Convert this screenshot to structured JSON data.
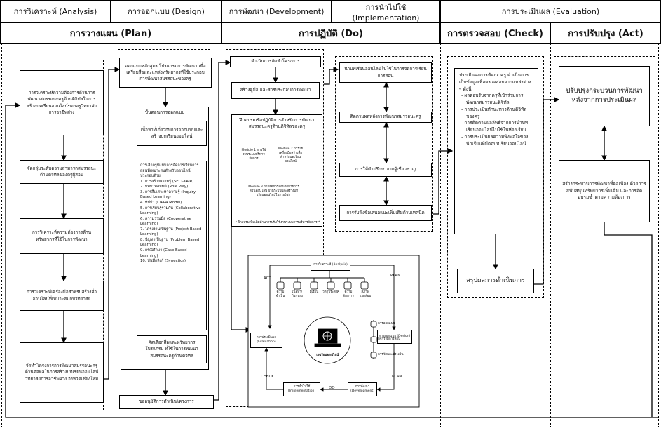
{
  "headers": {
    "analysis": "การวิเคราะห์ (Analysis)",
    "design": "การออกแบบ (Design)",
    "development": "การพัฒนา (Development)",
    "implementation": "การนำไปใช้ (Implementation)",
    "evaluation": "การประเมินผล (Evaluation)"
  },
  "subheaders": {
    "plan": "การวางแผน (Plan)",
    "do": "การปฏิบัติ (Do)",
    "check": "การตรวจสอบ (Check)",
    "act": "การปรับปรุง (Act)"
  },
  "analysis_boxes": [
    "การวิเคราะห์ความต้องการด้านการพัฒนาสมรรถนะครูด้านดิจิทัลในการสร้างบทเรียนออนไลน์ของครูวิทยาลัยการอาชีพฝาง",
    "จัดกลุ่มระดับความสามารถสมรรถนะด้านดิจิทัลของครูผู้สอน",
    "การวิเคราะห์ความต้องการด้านทรัพยากรที่ใช้ในการพัฒนา",
    "การวิเคราะห์เครื่องมือสำหรับสร้างสื่อออนไลน์ที่เหมาะสมกับวิทยาลัย",
    "จัดทำโครงการการพัฒนาสมรรถนะครูด้านดิจิทัลในการสร้างบทเรียนออนไลน์ วิทยาลัยการอาชีพฝาง จังหวัดเชียงใหม่"
  ],
  "design": {
    "top": "ออกแบบหลักสูตร โปรแกรมการพัฒนา เพื่อเตรียมสื่อและแหล่งทรัพยากรที่ใช้ประกอบการพัฒนาสมรรถนะของครู",
    "steps_title": "ขั้นตอนการออกแบบ",
    "step1": "เนื้อหาที่เกี่ยวกับการออกแบบและสร้างบทเรียนออนไลน์",
    "step2_title": "การเลือกรูปแบบการจัดการเรียนการสอนที่เหมาะสมสำหรับออนไลน์",
    "step2_sub": "ประกอบด้วย",
    "step2_items": [
      "1. การสร้างความรู้ (SECI-KAIR)",
      "2. บทบาทสมมติ (Role Play)",
      "3. การสืบเสาะหาความรู้ (Inquiry Based Learning)",
      "4. ซิปปา (CIPPA Model)",
      "5. การเรียนรู้ร่วมกัน (Collaborative Learning)",
      "6. ความร่วมมือ (Cooperative Learning)",
      "7. โครงงานเป็นฐาน (Project Based Learning)",
      "8. ปัญหาเป็นฐาน (Problem Based Learning)",
      "9. กรณีศึกษา (Case Based Learning)",
      "10. บันทึกลิงก์ (Synectics)"
    ],
    "step3": "คัดเลือกสื่อและทรัพยากรโปรแกรม ที่ใช้ในการพัฒนาสมรรถนะครูด้านดิจิทัล",
    "bottom": "ขออนุมัติการดำเนินโครงการ"
  },
  "development": {
    "box1": "ดำเนินการจัดทำโครงการ",
    "box2": "สร้างคู่มือ และสารประกอบการพัฒนา",
    "box3": "ฝึกอบรมเชิงปฏิบัติการสำหรับการพัฒนาสมรรถนะครูด้านดิจิทัลของครู",
    "module1": "Module 1 การใช้งานระบบบริหารจัดการ",
    "module2": "Module 2 การใช้เครื่องมือสร้างสื่อสำหรับบทเรียนออนไลน์",
    "module3": "Module 3 การจัดการสอนด้วยวิธีการสอนออนไลน์ ผ่านระบบและสร้างบทเรียนออนไลน์ในรายวิชา",
    "note": "* ฝึกอบรมเพิ่มเติมด้านการปรับใช้งานระบบการบริหารจัดการ *"
  },
  "cycle": {
    "center_label": "บทเรียนออนไลน์",
    "analysis": "การวิเคราะห์ (Analysis)",
    "design": "การออกแบบ (Design)",
    "development": "การพัฒนา (Development)",
    "implementation": "การนำไปใช้ (Implementation)",
    "evaluation": "การประเมินผล (Evaluation)",
    "act": "ACT",
    "plan_top": "PLAN",
    "plan_bottom": "PLAN",
    "check": "CHECK",
    "do": "DO",
    "analysis_items": [
      "ความจำเป็น",
      "เนื้อหา/กิจกรรม",
      "ผู้เรียน",
      "วัตถุประสงค์",
      "ความต้องการ",
      "สภาพแวดล้อม"
    ],
    "design_items": [
      "การออกแบบ",
      "กิจกรรมการสอน",
      "การวัดและประเมิน"
    ]
  },
  "implementation": {
    "box1": "นำบทเรียนออนไลน์ไปใช้ในการจัดการเรียนการสอน",
    "box2": "ติดตามผลหลังการพัฒนาสมรรถนะครู",
    "box3": "การให้คำปรึกษาจากผู้เชี่ยวชาญ",
    "box4": "การรับฟังข้อเสนอแนะเพิ่มเติมด้านเทคนิค"
  },
  "check": {
    "box1_intro": "ประเมินผลการพัฒนาครู ดำเนินการเก็บข้อมูลเพื่อตรวจสอบจากแหล่งต่าง ๆ ดังนี้",
    "box1_items": [
      "ผลตอบรับจากครูที่เข้าร่วมการพัฒนาสมรรถนะดิจิทัล",
      "การประเมินทักษะทางด้านดิจิทัลของครู",
      "การติดตามผลลัพธ์จากการนำบทเรียนออนไลน์ไปใช้ในห้องเรียน",
      "การประเมินผลความพึงพอใจของนักเรียนที่มีต่อบทเรียนออนไลน์"
    ],
    "summary": "สรุปผลการดำเนินการ"
  },
  "act": {
    "box1": "ปรับปรุงกระบวนการพัฒนาหลังจากการประเมินผล",
    "box2": "สร้างกระบวนการพัฒนาที่ต่อเนื่อง ด้วยการสนับสนุนทรัพยากรเพิ่มเติม และการจัดอบรมซ้ำตามความต้องการ"
  }
}
